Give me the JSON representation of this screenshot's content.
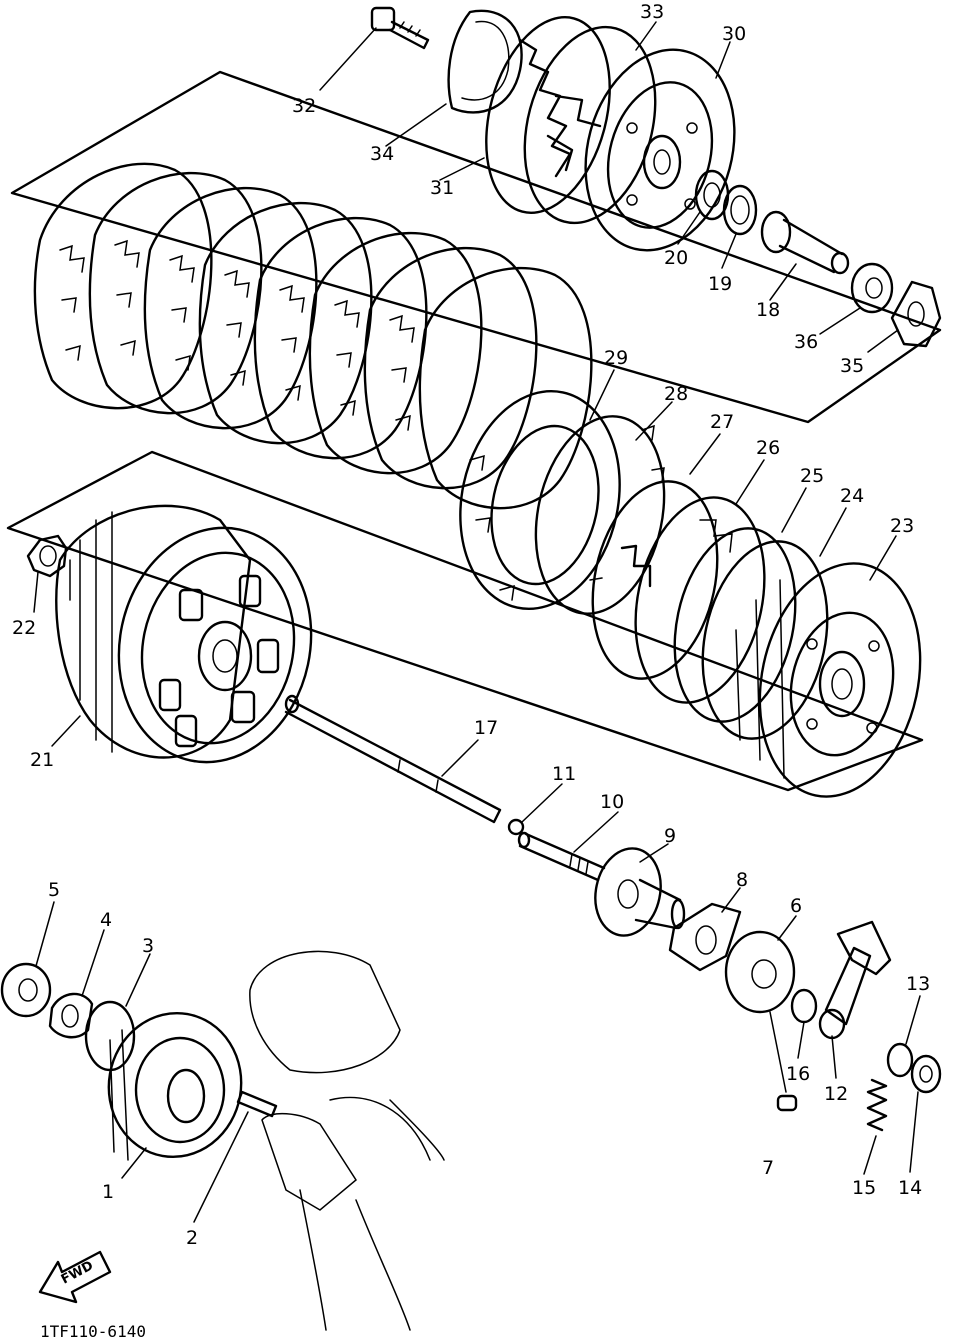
{
  "colors": {
    "ink": "#000000",
    "paper": "#ffffff"
  },
  "parts": [
    {
      "id": "1",
      "label": "1"
    },
    {
      "id": "2",
      "label": "2"
    },
    {
      "id": "3",
      "label": "3"
    },
    {
      "id": "4",
      "label": "4"
    },
    {
      "id": "5",
      "label": "5"
    },
    {
      "id": "6",
      "label": "6"
    },
    {
      "id": "7",
      "label": "7"
    },
    {
      "id": "8",
      "label": "8"
    },
    {
      "id": "9",
      "label": "9"
    },
    {
      "id": "10",
      "label": "10"
    },
    {
      "id": "11",
      "label": "11"
    },
    {
      "id": "12",
      "label": "12"
    },
    {
      "id": "13",
      "label": "13"
    },
    {
      "id": "14",
      "label": "14"
    },
    {
      "id": "15",
      "label": "15"
    },
    {
      "id": "16",
      "label": "16"
    },
    {
      "id": "17",
      "label": "17"
    },
    {
      "id": "18",
      "label": "18"
    },
    {
      "id": "19",
      "label": "19"
    },
    {
      "id": "20",
      "label": "20"
    },
    {
      "id": "21",
      "label": "21"
    },
    {
      "id": "22",
      "label": "22"
    },
    {
      "id": "23",
      "label": "23"
    },
    {
      "id": "24",
      "label": "24"
    },
    {
      "id": "25",
      "label": "25"
    },
    {
      "id": "26",
      "label": "26"
    },
    {
      "id": "27",
      "label": "27"
    },
    {
      "id": "28",
      "label": "28"
    },
    {
      "id": "29",
      "label": "29"
    },
    {
      "id": "30",
      "label": "30"
    },
    {
      "id": "31",
      "label": "31"
    },
    {
      "id": "32",
      "label": "32"
    },
    {
      "id": "33",
      "label": "33"
    },
    {
      "id": "34",
      "label": "34"
    },
    {
      "id": "35",
      "label": "35"
    },
    {
      "id": "36",
      "label": "36"
    }
  ],
  "fwd_label": "FWD",
  "drawing_code": "1TF110-6140"
}
